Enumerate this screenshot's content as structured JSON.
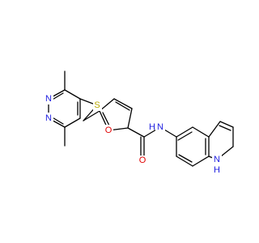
{
  "molecule": {
    "atoms": {
      "S": {
        "label": "S",
        "color": "#b8a800"
      },
      "N1": {
        "label": "N",
        "color": "#2020e0"
      },
      "N2": {
        "label": "N",
        "color": "#2020e0"
      },
      "O1": {
        "label": "O",
        "color": "#e00000"
      },
      "O2": {
        "label": "O",
        "color": "#e00000"
      },
      "N3": {
        "label": "N",
        "color": "#2020e0"
      },
      "H3": {
        "label": "H",
        "color": "#2020e0"
      },
      "N4": {
        "label": "N",
        "color": "#2020e0"
      },
      "H4": {
        "label": "H",
        "color": "#2020e0"
      }
    },
    "bond_color": "#000000"
  }
}
